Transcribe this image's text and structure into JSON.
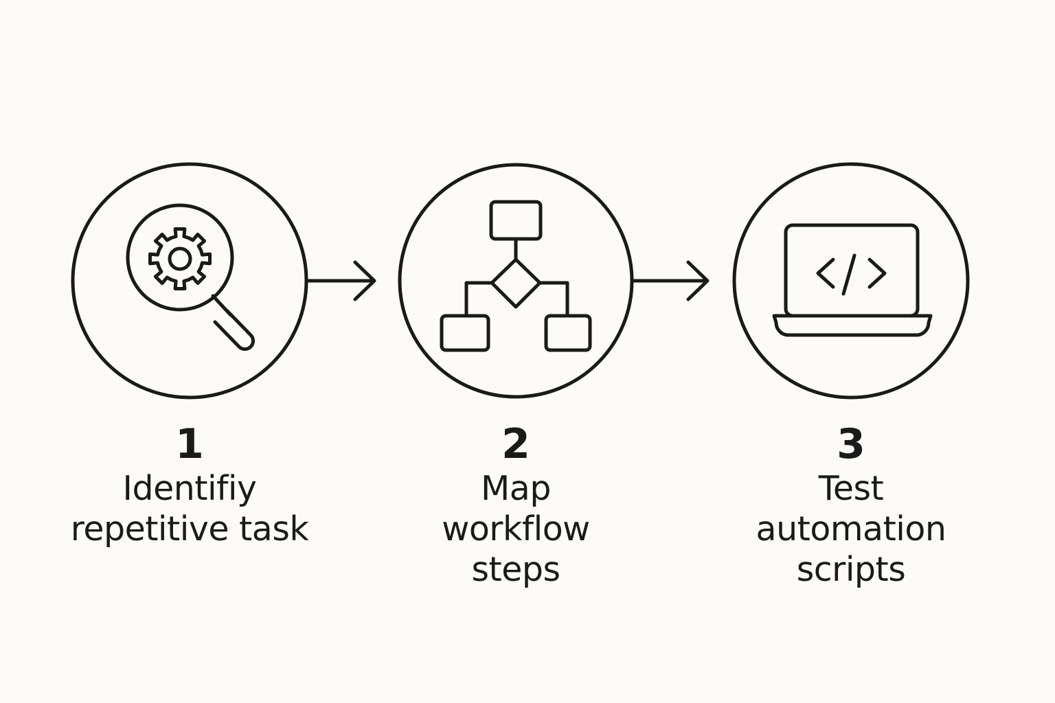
{
  "colors": {
    "background": "#fcfbf7",
    "ink": "#1a1a1a"
  },
  "steps": [
    {
      "number": "1",
      "lines": [
        "Identifiy",
        "repetitive task"
      ],
      "icon": "magnifier-gear-icon"
    },
    {
      "number": "2",
      "lines": [
        "Map",
        "workflow",
        "steps"
      ],
      "icon": "flowchart-icon"
    },
    {
      "number": "3",
      "lines": [
        "Test",
        "automation",
        "scripts"
      ],
      "icon": "laptop-code-icon"
    }
  ],
  "connectors": [
    "arrow-right-icon",
    "arrow-right-icon"
  ]
}
